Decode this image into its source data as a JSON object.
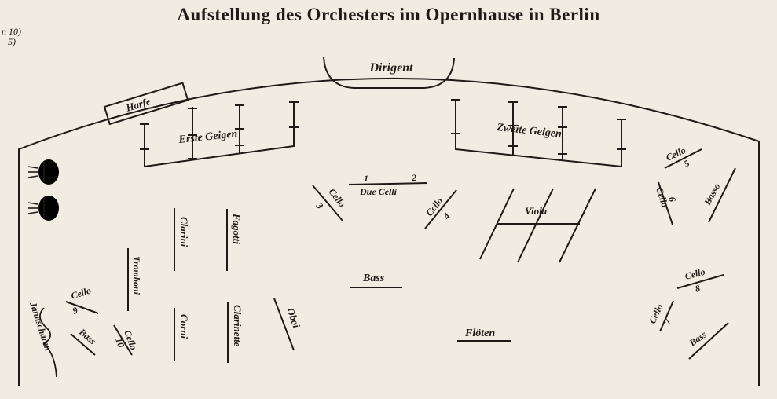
{
  "title": "Aufstellung des Orchesters im Opernhause in Berlin",
  "corner_note": [
    "n 10)",
    "5)"
  ],
  "labels": {
    "dirigent": "Dirigent",
    "harfe": "Harfe",
    "erste_geigen": "Erste Geigen",
    "zweite_geigen": "Zweite Geigen",
    "due_celli": "Due Celli",
    "due_celli_1": "1",
    "due_celli_2": "2",
    "cello_3": "Cello",
    "cello_3_num": "3",
    "cello_4": "Cello",
    "cello_4_num": "4",
    "viola": "Viola",
    "clarinetti_left": "Clarini",
    "fagotti": "Fagotti",
    "tromboni": "Tromboni",
    "bass_center": "Bass",
    "corni": "Corni",
    "clarinette": "Clarinette",
    "oboi": "Oboi",
    "floeten": "Flöten",
    "cello_9": "Cello",
    "cello_9_num": "9",
    "bass_left": "Bass",
    "cello_10": "Cello",
    "cello_10_num": "10",
    "janitscharen": "Janitscharen",
    "cello_5": "Cello",
    "cello_5_num": "5",
    "cello_6": "Cello",
    "cello_6_num": "6",
    "basso": "Basso",
    "cello_8": "Cello",
    "cello_8_num": "8",
    "cello_7": "Cello",
    "cello_7_num": "7",
    "bass_right": "Bass"
  },
  "colors": {
    "ink": "#1e1a17",
    "paper": "#f1ece1"
  }
}
